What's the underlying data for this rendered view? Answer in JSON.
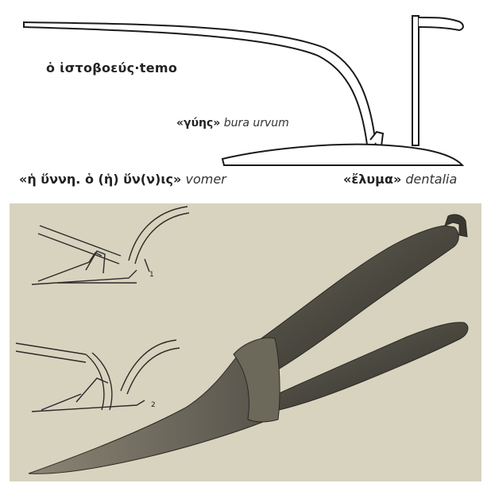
{
  "labels": {
    "beam_greek": "ὁ ἱστοβοεύς",
    "beam_latin": "temo",
    "stilt_greek": "«γύης»",
    "stilt_latin": "bura urvum",
    "share_greek": "«ἡ ὕννη. ὁ (ἡ) ὕν(ν)ις»",
    "share_latin": "vomer",
    "sole_greek": "«ἔλυμα»",
    "sole_latin": "dentalia"
  },
  "sketch_numbers": {
    "upper": "1",
    "lower": "2"
  },
  "colors": {
    "background": "#ffffff",
    "line": "#1a1a1a",
    "photo_bg": "#d8d3bf",
    "iron_dark": "#3b3a33",
    "iron_mid": "#5e5b4e",
    "iron_light": "#8a8574"
  }
}
